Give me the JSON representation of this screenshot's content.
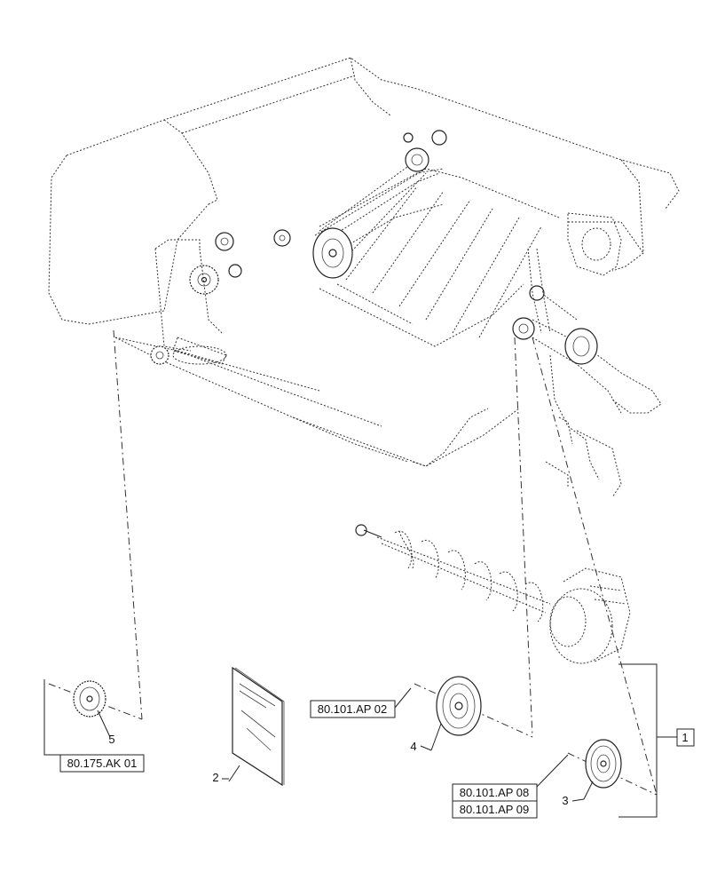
{
  "references": {
    "ref_5": "80.175.AK 01",
    "ref_4": "80.101.AP 02",
    "ref_3a": "80.101.AP 08",
    "ref_3b": "80.101.AP 09"
  },
  "item_numbers": {
    "item_1": "1",
    "item_2": "2",
    "item_3": "3",
    "item_4": "4",
    "item_5": "5"
  }
}
